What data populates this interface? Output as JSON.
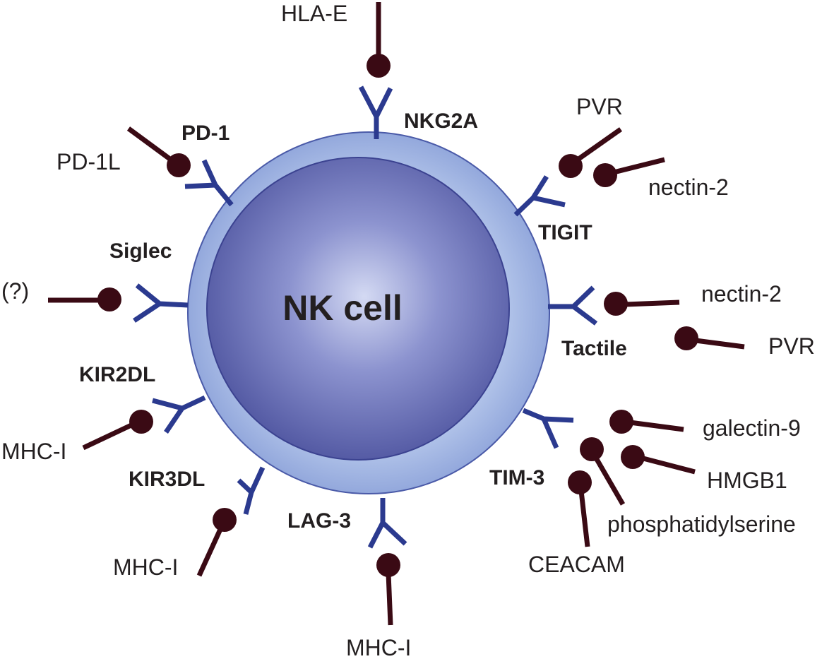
{
  "cell": {
    "label": "NK cell"
  },
  "receptors": {
    "nkg2a": "NKG2A",
    "pd1": "PD-1",
    "tigit": "TIGIT",
    "siglec": "Siglec",
    "tactile": "Tactile",
    "kir2dl": "KIR2DL",
    "tim3": "TIM-3",
    "kir3dl": "KIR3DL",
    "lag3": "LAG-3"
  },
  "ligands": {
    "hla_e": "HLA-E",
    "pd1l": "PD-1L",
    "tigit_pvr": "PVR",
    "tigit_nectin2": "nectin-2",
    "siglec_unknown": "(?)",
    "tactile_nectin2": "nectin-2",
    "tactile_pvr": "PVR",
    "kir2dl_mhc": "MHC-I",
    "galectin9": "galectin-9",
    "hmgb1": "HMGB1",
    "phosphatidylserine": "phosphatidylserine",
    "ceacam": "CEACAM",
    "kir3dl_mhc": "MHC-I",
    "lag3_mhc": "MHC-I"
  },
  "colors": {
    "cytoplasm_light": "#c3d2ee",
    "cytoplasm_dark": "#8fa3d8",
    "nucleus_light": "#c9cfee",
    "nucleus_dark": "#5c62a8",
    "receptor": "#2b3a8f",
    "ligand": "#3a0a14",
    "text": "#231f20"
  }
}
